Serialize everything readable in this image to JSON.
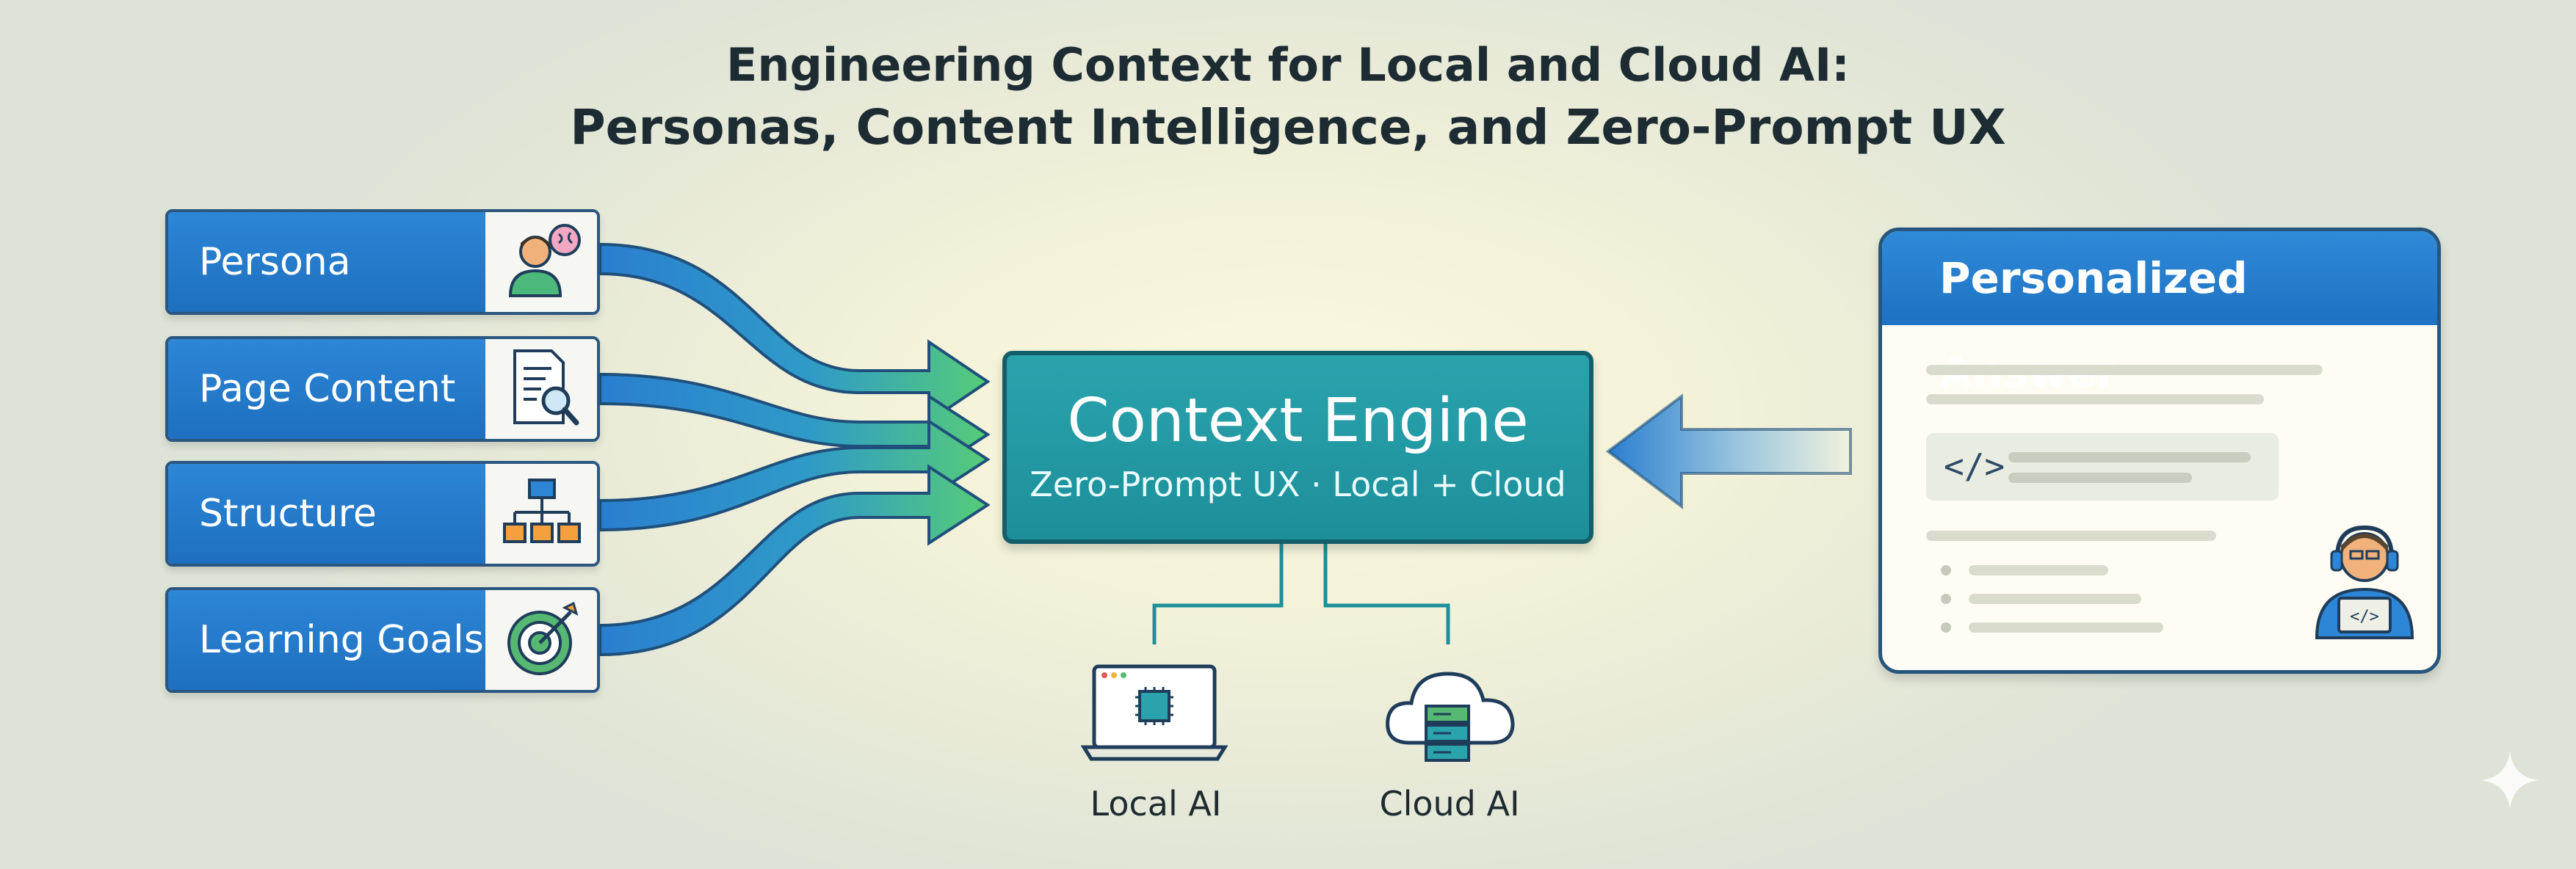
{
  "title": {
    "line1": "Engineering Context for Local and Cloud AI:",
    "line2": "Personas, Content Intelligence, and Zero-Prompt UX"
  },
  "inputs": [
    {
      "label": "Persona",
      "icon": "persona-brain-icon"
    },
    {
      "label": "Page Content",
      "icon": "document-search-icon"
    },
    {
      "label": "Structure",
      "icon": "hierarchy-icon"
    },
    {
      "label": "Learning Goals",
      "icon": "target-icon"
    }
  ],
  "engine": {
    "title": "Context Engine",
    "subtitle": "Zero-Prompt UX · Local + Cloud"
  },
  "outputs": {
    "local": "Local AI",
    "cloud": "Cloud AI"
  },
  "answer": {
    "title": "Personalized Answer",
    "code_symbol": "</>"
  },
  "colors": {
    "card_blue": "#1e6fbf",
    "engine_teal": "#1c8f9a",
    "arrow_blue": "#2a7fd0",
    "arrow_green": "#52c878",
    "border_navy": "#26557e"
  }
}
